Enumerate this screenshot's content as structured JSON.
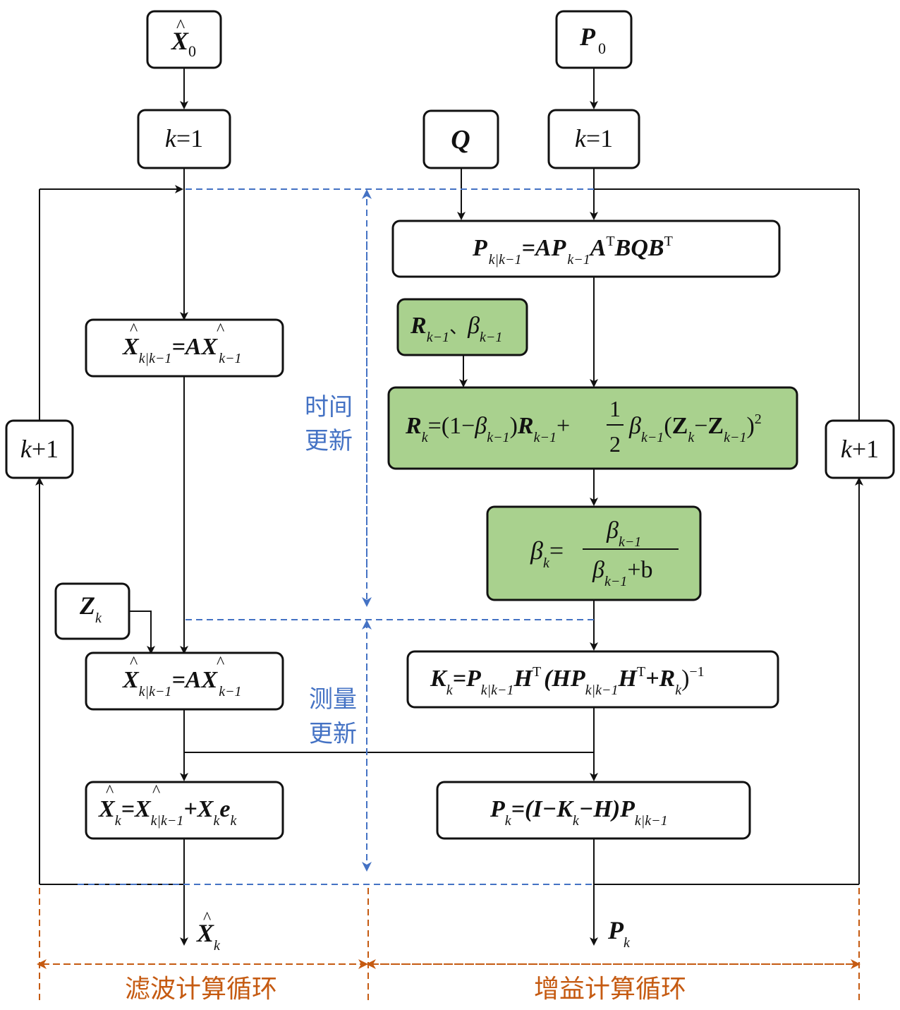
{
  "colors": {
    "box_stroke": "#111111",
    "box_fill": "#ffffff",
    "green_fill": "#a9d18e",
    "blue_dashed": "#4472c4",
    "orange_dashed": "#c55a11"
  },
  "labels": {
    "time_update_line1": "时间",
    "time_update_line2": "更新",
    "measure_update_line1": "测量",
    "measure_update_line2": "更新",
    "filter_loop": "滤波计算循环",
    "gain_loop": "增益计算循环"
  },
  "nodes": {
    "x0": {
      "var": "X",
      "sub": "0"
    },
    "p0": {
      "var": "P",
      "sub": "0"
    },
    "q": {
      "var": "Q"
    },
    "k1_left": {
      "k": "k",
      "rest": "=1"
    },
    "k1_right": {
      "k": "k",
      "rest": "=1"
    },
    "kplus1_left": {
      "k": "k",
      "rest": "+1"
    },
    "kplus1_right": {
      "k": "k",
      "rest": "+1"
    },
    "zk": {
      "var": "Z",
      "sub": "k"
    },
    "x_output": {
      "var": "X",
      "sub": "k"
    },
    "p_output": {
      "var": "P",
      "sub": "k"
    }
  },
  "equations": {
    "p_pred": {
      "a": "P",
      "a_sub": "k|k−1",
      "b": "=AP",
      "b_sub": "k−1",
      "c": "A",
      "c_sup": "T",
      "d": "BQB",
      "d_sup": "T"
    },
    "x_pred_top": {
      "a": "X",
      "a_sub": "k|k−1",
      "b": "=A",
      "c": "X",
      "c_sub": "k−1"
    },
    "r_beta_prev": {
      "a": "R",
      "a_sub": "k−1",
      "sep": "、",
      "b": "β",
      "b_sub": "k−1"
    },
    "r_update": {
      "a": "R",
      "a_sub": "k",
      "b": "=(1−",
      "c": "β",
      "c_sub": "k−1",
      "d": ")",
      "e": "R",
      "e_sub": "k−1",
      "f": "+",
      "frac_num": "1",
      "frac_den": "2",
      "g": "β",
      "g_sub": "k−1",
      "h": "(",
      "i": "Z",
      "i_sub": "k",
      "j": "−",
      "l": "Z",
      "l_sub": "k−1",
      "m": ")",
      "m_sup": "2"
    },
    "beta_update": {
      "a": "β",
      "a_sub": "k",
      "eq": "=",
      "num": "β",
      "num_sub": "k−1",
      "den": "β",
      "den_sub": "k−1",
      "den_rest": "+b"
    },
    "x_pred_mid": {
      "a": "X",
      "a_sub": "k|k−1",
      "b": "=A",
      "c": "X",
      "c_sub": "k−1"
    },
    "gain": {
      "a": "K",
      "a_sub": "k",
      "b": "=P",
      "b_sub": "k|k−1",
      "c": "H",
      "c_sup": "T",
      "d": "(HP",
      "d_sub": "k|k−1",
      "e": "H",
      "e_sup": "T",
      "f": "+R",
      "f_sub": "k",
      "g": ")",
      "g_sup": "−1"
    },
    "x_update": {
      "a": "X",
      "a_sub": "k",
      "b": "=",
      "c": "X",
      "c_sub": "k|k−1",
      "d": "+X",
      "d_sub": "k",
      "e": "e",
      "e_sub": "k"
    },
    "p_update": {
      "a": "P",
      "a_sub": "k",
      "b": "=(I−K",
      "b_sub": "k",
      "c": "−H)P",
      "c_sub": "k|k−1"
    }
  }
}
